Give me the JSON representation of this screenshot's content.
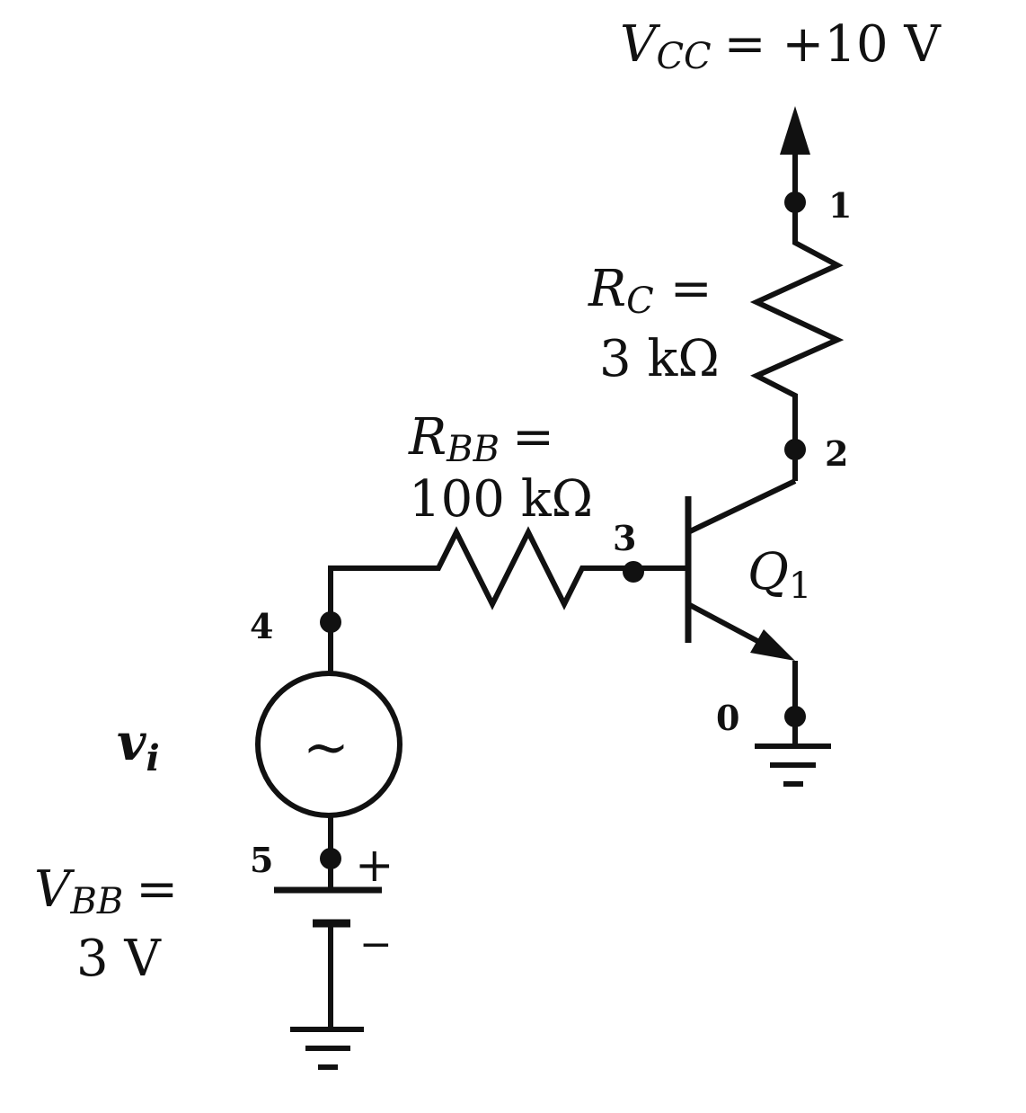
{
  "vcc": {
    "symbol": "V",
    "subscript": "CC",
    "value": "= +10 V"
  },
  "rc": {
    "symbol": "R",
    "subscript": "C",
    "eq": "=",
    "value": "3 kΩ"
  },
  "rbb": {
    "symbol": "R",
    "subscript": "BB",
    "eq": "=",
    "value": "100 kΩ"
  },
  "q1": {
    "symbol": "Q",
    "subscript": "1"
  },
  "vi": {
    "symbol": "v",
    "subscript": "i"
  },
  "vbb": {
    "symbol": "V",
    "subscript": "BB",
    "eq": "=",
    "value": "3 V"
  },
  "source_glyph": "~",
  "battery": {
    "plus": "+",
    "minus": "−"
  },
  "nodes": {
    "n0": "0",
    "n1": "1",
    "n2": "2",
    "n3": "3",
    "n4": "4",
    "n5": "5"
  }
}
